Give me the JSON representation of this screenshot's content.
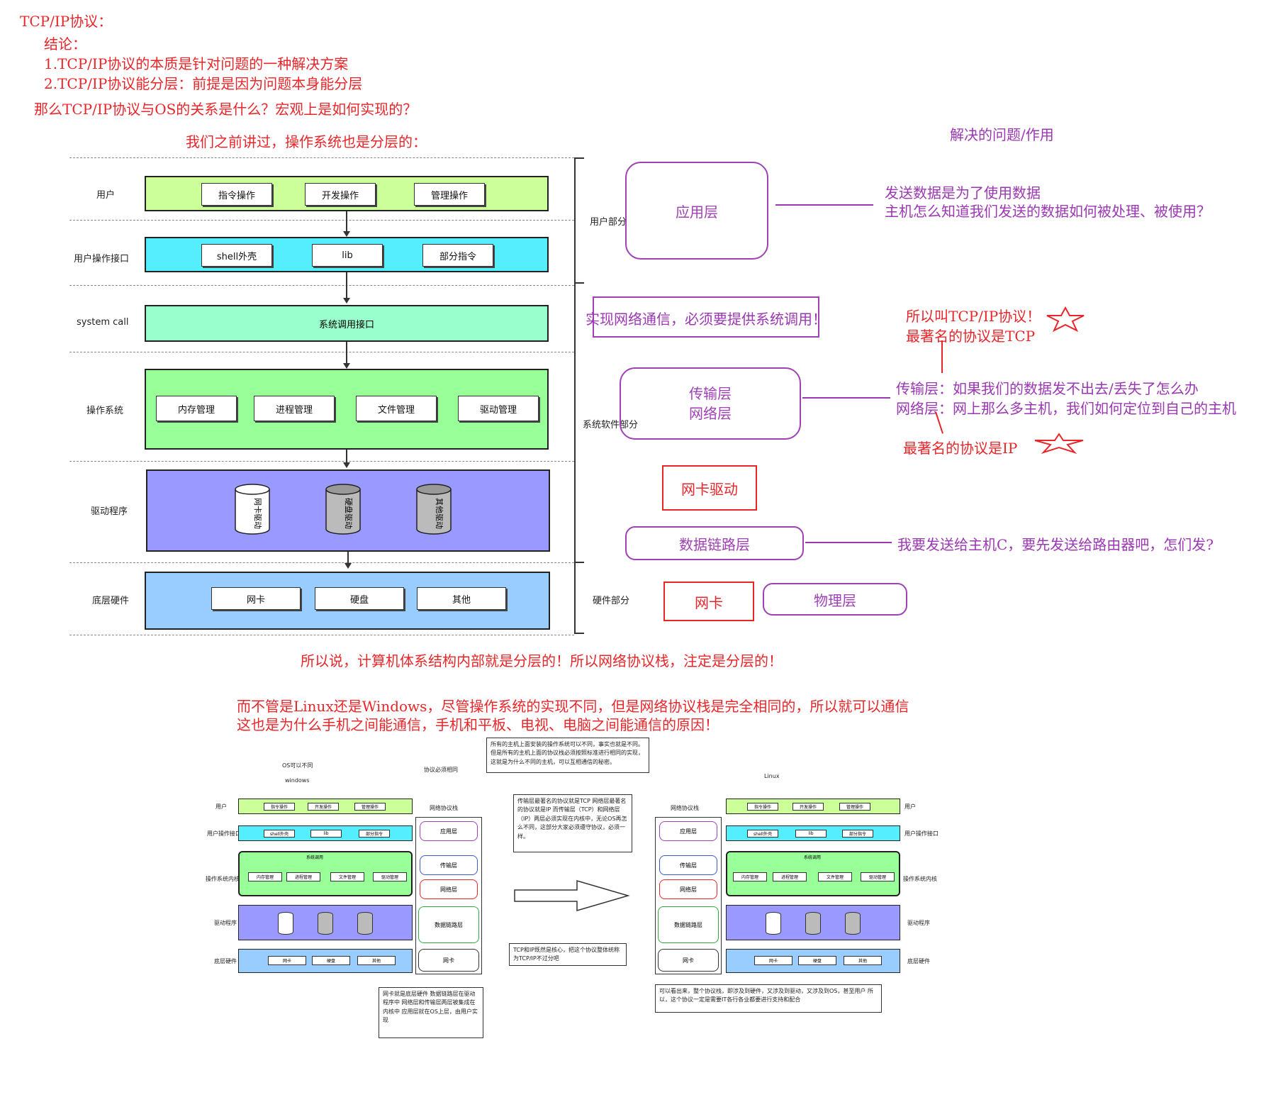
{
  "header": {
    "title": "TCP/IP协议：",
    "conclusion_label": "结论：",
    "point1": "1.TCP/IP协议的本质是针对问题的一种解决方案",
    "point2": "2.TCP/IP协议能分层：前提是因为问题本身能分层",
    "question": "那么TCP/IP协议与OS的关系是什么？宏观上是如何实现的？",
    "os_layered": "我们之前讲过，操作系统也是分层的：",
    "solve_title": "解决的问题/作用"
  },
  "os_diagram": {
    "row_labels": [
      "用户",
      "用户操作接口",
      "system call",
      "操作系统",
      "驱动程序",
      "底层硬件"
    ],
    "user_buttons": [
      "指令操作",
      "开发操作",
      "管理操作"
    ],
    "interface_buttons": [
      "shell外壳",
      "lib",
      "部分指令"
    ],
    "syscall_label": "系统调用接口",
    "os_buttons": [
      "内存管理",
      "进程管理",
      "文件管理",
      "驱动管理"
    ],
    "drivers": [
      "网卡驱动",
      "硬盘驱动",
      "其他驱动"
    ],
    "hardware_buttons": [
      "网卡",
      "硬盘",
      "其他"
    ],
    "brackets": [
      "用户部分",
      "系统软件部分",
      "硬件部分"
    ],
    "colors": {
      "user": "#ccff99",
      "interface": "#55eeff",
      "syscall": "#99ffcc",
      "os": "#99ff99",
      "driver": "#9999ff",
      "hardware": "#99ccff"
    }
  },
  "protocol_layers": {
    "application": "应用层",
    "syscall_note": "实现网络通信，必须要提供系统调用！",
    "transport": "传输层",
    "network": "网络层",
    "nic_driver": "网卡驱动",
    "datalink": "数据链路层",
    "nic": "网卡",
    "physical": "物理层"
  },
  "explanations": {
    "app1": "发送数据是为了使用数据",
    "app2": "主机怎么知道我们发送的数据如何被处理、被使用？",
    "tcpip_name": "所以叫TCP/IP协议！",
    "tcp_famous": "最著名的协议是TCP",
    "transport_q": "传输层：如果我们的数据发不出去/丢失了怎么办",
    "network_q": "网络层：网上那么多主机，我们如何定位到自己的主机",
    "ip_famous": "最著名的协议是IP",
    "datalink_q": "我要发送给主机C，要先发送给路由器吧，怎们发?"
  },
  "footer": {
    "layered1": "所以说，计算机体系结构内部就是分层的！所以网络协议栈，注定是分层的！",
    "line1": "而不管是Linux还是Windows，尽管操作系统的实现不同，但是网络协议栈是完全相同的，所以就可以通信",
    "line2": "这也是为什么手机之间能通信，手机和平板、电视、电脑之间能通信的原因！"
  },
  "mini": {
    "os_diff": "OS可以不同",
    "windows": "windows",
    "proto_same": "协议必须相同",
    "linux": "Linux",
    "stack_label": "网络协议栈",
    "stack_label2": "网络协议栈",
    "left_stack": [
      "应用层",
      "传输层",
      "网络层",
      "数据链路层",
      "网卡"
    ],
    "right_stack": [
      "应用层",
      "传输层",
      "网络层",
      "数据链路层",
      "网卡"
    ],
    "rows": [
      "用户",
      "用户操作接口",
      "操作系统内核",
      "驱动程序",
      "底层硬件"
    ],
    "syscall": "系统调用",
    "user_btns": [
      "指令操作",
      "开发操作",
      "管理操作"
    ],
    "iface_btns": [
      "shell外壳",
      "lib",
      "部分指令"
    ],
    "os_btns": [
      "内存管理",
      "进程管理",
      "文件管理",
      "驱动管理"
    ],
    "hw_btns": [
      "网卡",
      "硬盘",
      "其他"
    ],
    "note_top": "所有的主机上面安装的操作系统可以不同，事实也就是不同。但是所有的主机上面的协议栈必须按照标准进行相同的实现，这就是为什么不同的主机，可以互相通信的秘密。",
    "note_mid": "传输层最著名的协议就是TCP 网络层最著名的协议就是IP 而传输层（TCP）和网络层（IP）两层必须实现在内核中，无论OS再怎么不同，这部分大家必须遵守协议，必须一样。",
    "note_tcpip": "TCP和IP既然是核心，把这个协议整体统称为TCP/IP不过分吧",
    "note_bottom_left": "网卡就是底层硬件 数据链路层在驱动程序中 网络层和传输层两层被集成在内核中 应用层就在OS上层，由用户实现",
    "note_bottom_right": "可以看出来，整个协议栈，即涉及到硬件，又涉及到驱动，又涉及到OS，甚至用户 所以，这个协议一定是需要IT各行各业都要进行支持和配合"
  }
}
